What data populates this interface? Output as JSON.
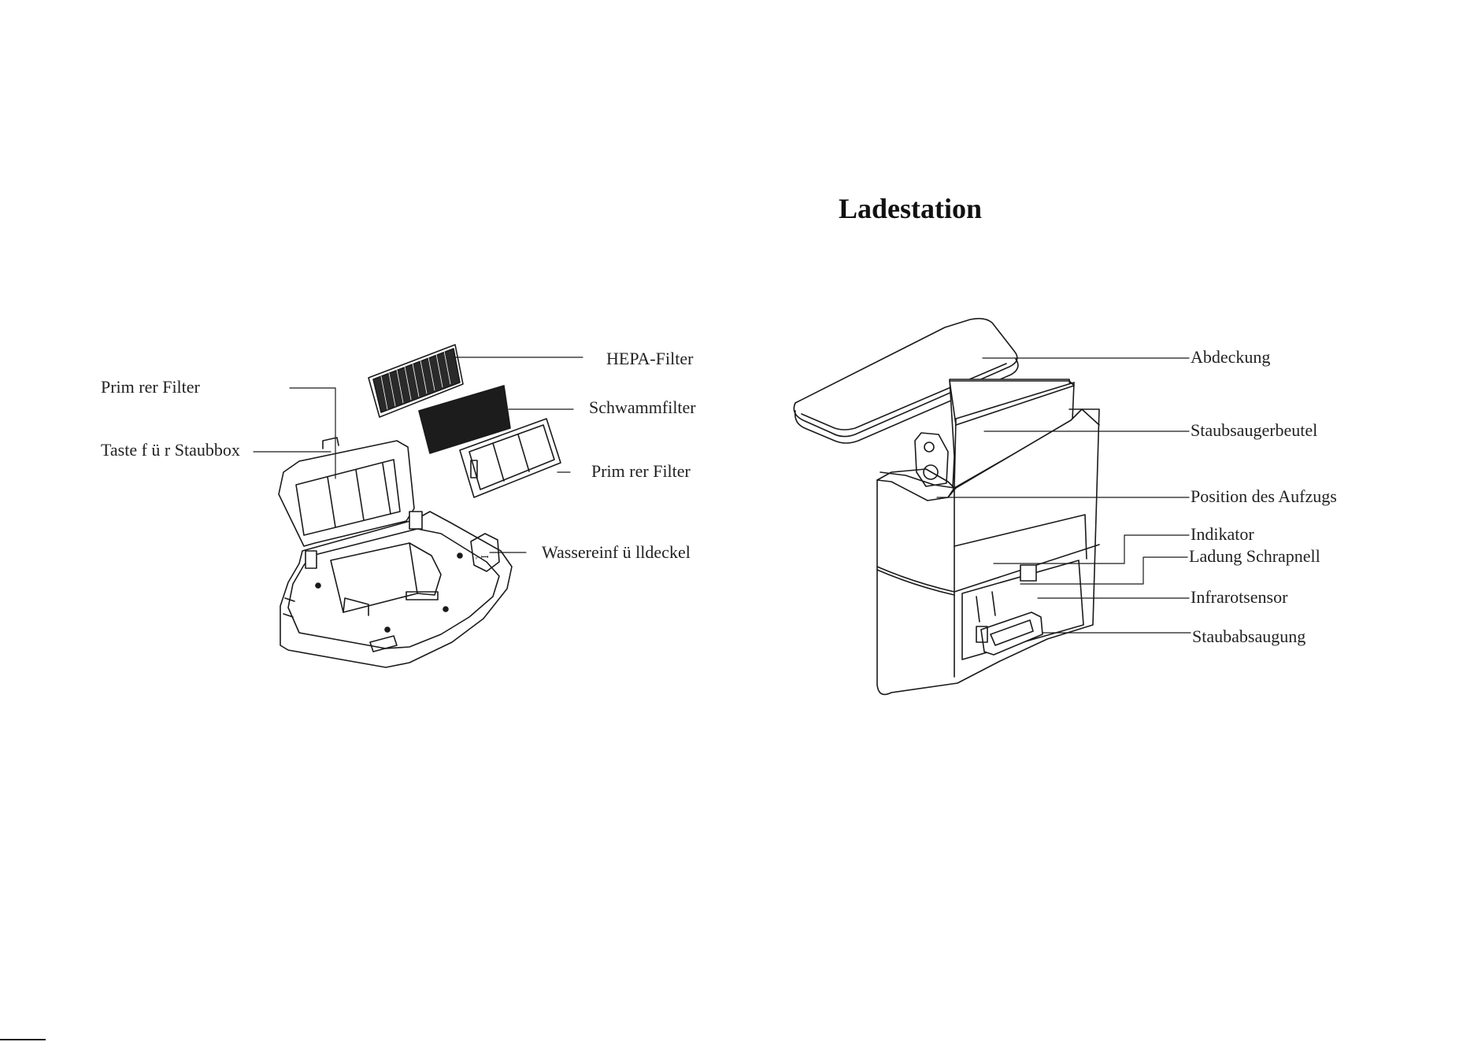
{
  "title": "Ladestation",
  "left_labels": {
    "primary_filter_left": "Prim   rer Filter",
    "dustbox_button": "Taste f ü r Staubbox",
    "hepa_filter": "HEPA-Filter",
    "sponge_filter": "Schwammfilter",
    "primary_filter_right": "Prim   rer Filter",
    "water_cap": "Wassereinf ü lldeckel"
  },
  "right_labels": {
    "cover": "Abdeckung",
    "dust_bag": "Staubsaugerbeutel",
    "lift_position": "Position des Aufzugs",
    "indicator": "Indikator",
    "charging_contact": "Ladung Schrapnell",
    "infrared_sensor": "Infrarotsensor",
    "dust_suction": "Staubabsaugung"
  },
  "footer_text": ""
}
